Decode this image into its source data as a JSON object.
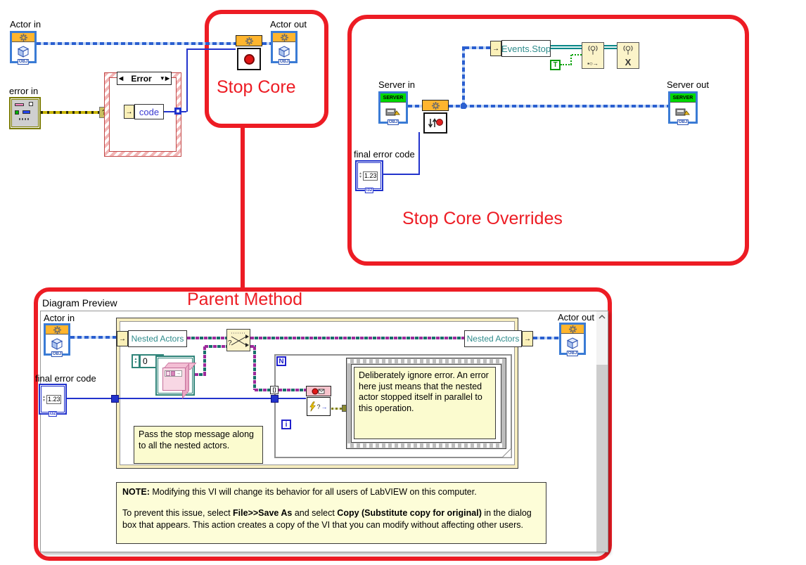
{
  "titles": {
    "stop_core": "Stop Core",
    "stop_core_overrides": "Stop Core Overrides",
    "parent_method": "Parent Method",
    "diagram_preview": "Diagram Preview"
  },
  "labels": {
    "actor_in": "Actor in",
    "actor_out": "Actor out",
    "error_in": "error in",
    "server_in": "Server in",
    "server_out": "Server out",
    "final_error_code": "final error code"
  },
  "terminals": {
    "server_banner": "SERVER",
    "obj_tag": "OBJ",
    "i32_tag": "I32",
    "numeric_value": "1.23"
  },
  "nodes": {
    "case_selector": "Error",
    "unbundle_code": "code",
    "unbundle_events_stop": "Events.Stop",
    "nested_actors": "Nested Actors",
    "true_constant": "T",
    "zero_constant": "0",
    "loop_count": "N",
    "loop_index": "i",
    "question_mark": "?",
    "index_tunnel": "[]"
  },
  "icons": {
    "arrow": "→",
    "selector_left": "◀",
    "selector_right": "▶",
    "selector_drop": "▼",
    "spin_up": "▲",
    "spin_down": "▼",
    "send_glyph": "▪○→",
    "release_glyph": "X"
  },
  "comments": {
    "pass_stop": "Pass the stop message along to all the nested actors.",
    "ignore_error": "Deliberately ignore error. An error here just means that the nested actor stopped itself in parallel to this operation.",
    "note": {
      "bold_intro": "NOTE:",
      "intro_rest": " Modifying this VI will change its behavior for all users of LabVIEW on this computer.",
      "p2_before": "To prevent this issue, select ",
      "p2_bold1": "File>>Save As",
      "p2_mid": " and select ",
      "p2_bold2": "Copy (Substitute copy for original)",
      "p2_after": " in the dialog box that appears. This action creates a copy of the VI that you can modify without affecting other users."
    }
  },
  "colors": {
    "annotation_red": "#ED1C24",
    "class_wire_blue": "#2A5FD0",
    "error_wire_olive": "#8A8A00",
    "numeric_wire_blue": "#2233CC",
    "notifier_wire_teal": "#0A8888",
    "boolean_wire_green": "#00A000",
    "collection_wire_magenta": "#9C2A9C",
    "collection_wire_teal": "#17706A",
    "terminal_banner_orange": "#FFB52E",
    "server_banner_green": "#00D800",
    "comment_background": "#FBFBCF"
  }
}
